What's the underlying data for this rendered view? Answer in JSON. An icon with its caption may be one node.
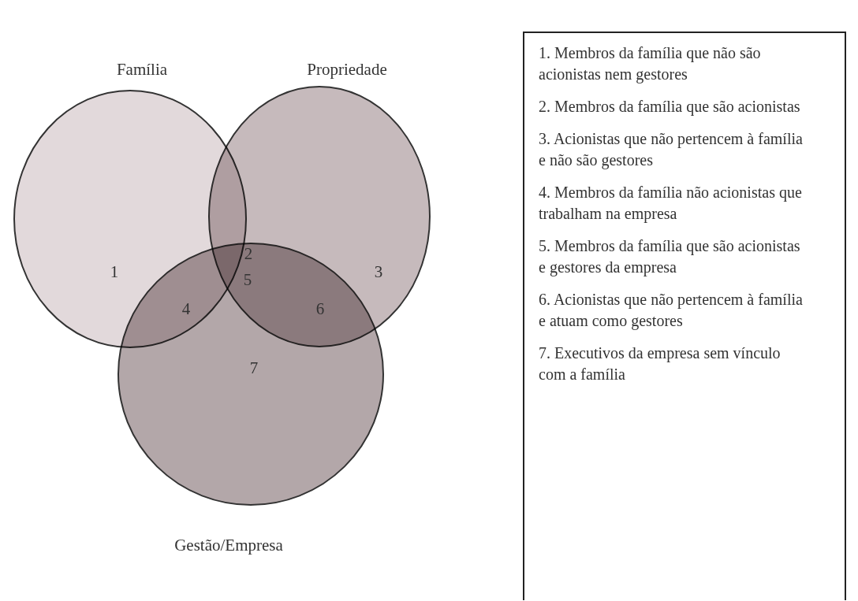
{
  "diagram": {
    "nodes": [
      {
        "text": [
          "Família"
        ]
      },
      {
        "text": [
          "Propriedade"
        ]
      },
      {
        "text": [
          "Gestão/Empresa"
        ]
      },
      {
        "text": [
          "1. Membros da família que não são acionistas nem gestores",
          "2. Membros da família que são acionistas",
          "3. Acionistas que não pertencem à família e não são gestores",
          "4. Membros da família não acionistas que trabalham na empresa",
          "5. Membros da família que são acionistas e gestores da empresa",
          "6. Acionistas que não pertencem à família e atuam como gestores",
          "7. Executivos da empresa sem vínculo com a família"
        ]
      }
    ],
    "edges": [],
    "labels": [
      "1",
      "2",
      "3",
      "4",
      "5",
      "6",
      "7"
    ]
  }
}
